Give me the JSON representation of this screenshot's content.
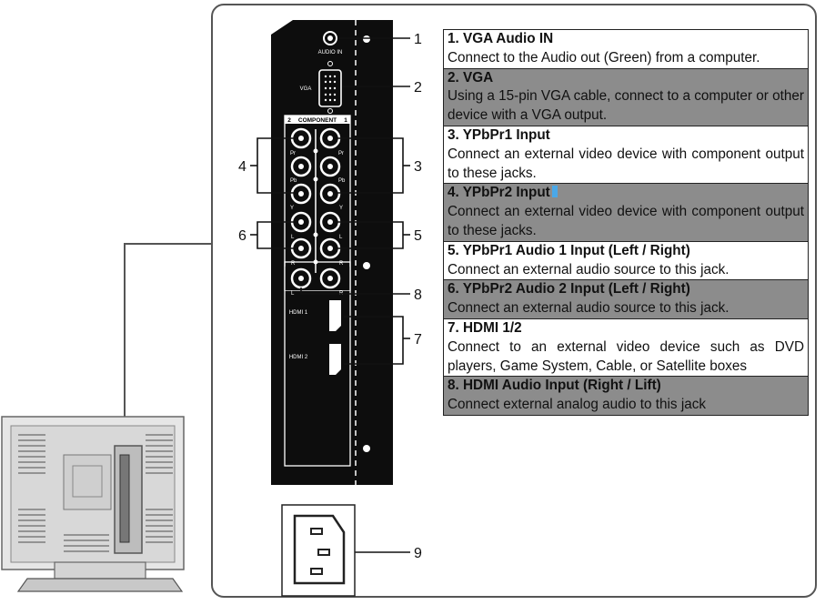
{
  "panel": {
    "audio_in_label": "AUDIO IN",
    "vga_label": "VGA",
    "component_label": "COMPONENT",
    "component_left_num": "2",
    "component_right_num": "1",
    "jack_pr_left": "Pr",
    "jack_pr_right": "Pr",
    "jack_pb_left": "Pb",
    "jack_pb_right": "Pb",
    "jack_y_left": "Y",
    "jack_y_right": "Y",
    "jack_l_left": "L",
    "jack_l_right": "L",
    "jack_r_left": "R",
    "jack_r_right": "R",
    "hdmi_audio_l": "L",
    "hdmi_audio_r": "R",
    "hdmi1_label": "HDMI 1",
    "hdmi2_label": "HDMI 2"
  },
  "callouts": [
    "1",
    "2",
    "3",
    "4",
    "5",
    "6",
    "7",
    "8",
    "9"
  ],
  "descriptions": [
    {
      "title": "1. VGA Audio IN",
      "body": "Connect to the Audio out (Green) from a computer.",
      "shade": "light"
    },
    {
      "title": "2. VGA",
      "body": "Using a 15-pin VGA cable, connect to a computer or other device with a VGA output.",
      "shade": "dark"
    },
    {
      "title": "3. YPbPr1 Input",
      "body": "Connect an external video device with component output to these jacks.",
      "shade": "light"
    },
    {
      "title": "4. YPbPr2 Input",
      "body": "Connect an external video device with component output to these jacks.",
      "shade": "dark"
    },
    {
      "title": "5. YPbPr1 Audio 1 Input (Left / Right)",
      "body": "Connect an external audio source to this jack.",
      "shade": "light"
    },
    {
      "title": "6. YPbPr2 Audio 2 Input (Left / Right)",
      "body": "Connect an external audio source to this jack.",
      "shade": "dark"
    },
    {
      "title": "7. HDMI 1/2",
      "body": "Connect to an external video device such as DVD players, Game System, Cable, or Satellite boxes",
      "shade": "light"
    },
    {
      "title": "8. HDMI Audio Input (Right / Lift)",
      "body": "Connect external analog audio to this jack",
      "shade": "dark"
    }
  ]
}
